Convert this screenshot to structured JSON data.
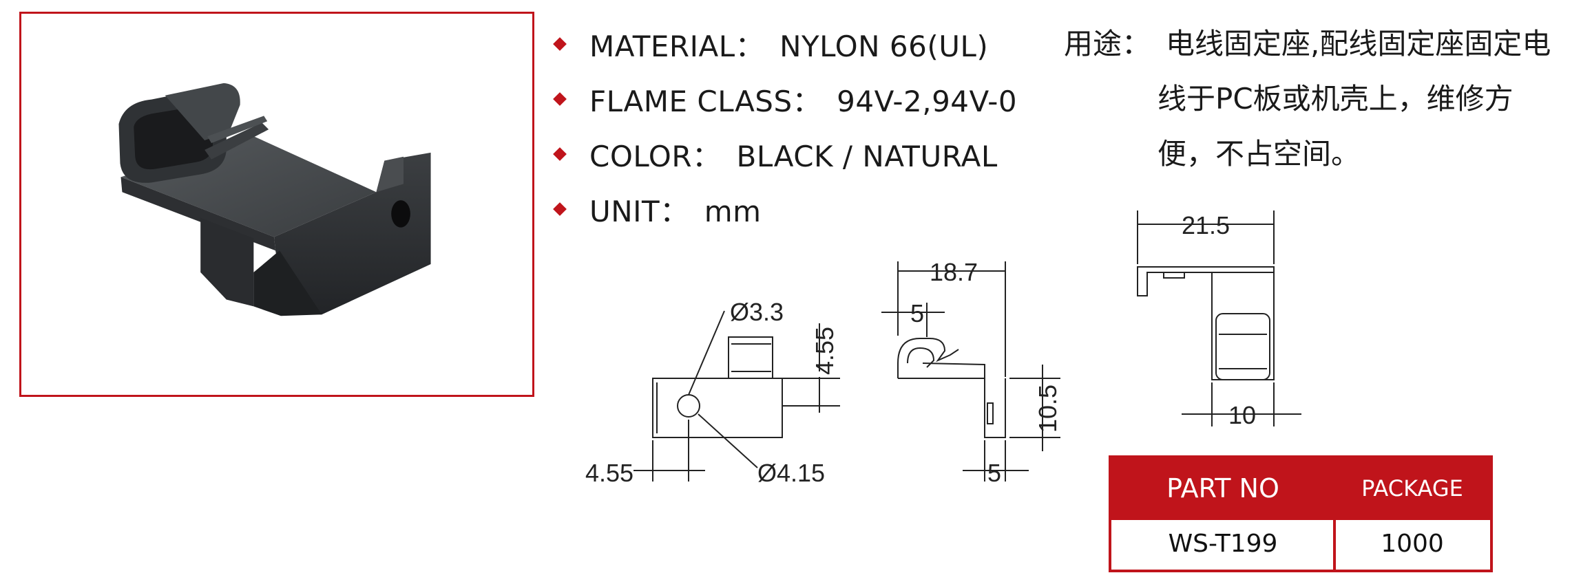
{
  "specs": [
    {
      "label": "MATERIAL：",
      "value": "NYLON 66(UL)"
    },
    {
      "label": "FLAME CLASS：",
      "value": "94V-2,94V-0"
    },
    {
      "label": "COLOR：",
      "value": "BLACK / NATURAL"
    },
    {
      "label": "UNIT：",
      "value": "mm"
    }
  ],
  "usage": {
    "label": "用途：",
    "line1": "电线固定座,配线固定座固定电",
    "line2": "线于PC板或机壳上，维修方",
    "line3": "便，不占空间。"
  },
  "dimensions": {
    "d33": "Ø3.3",
    "d455v": "4.55",
    "d455h": "4.55",
    "d415": "Ø4.15",
    "d187": "18.7",
    "d5a": "5",
    "d105": "10.5",
    "d5b": "5",
    "d215": "21.5",
    "d10": "10"
  },
  "table": {
    "head_part": "PART NO",
    "head_package": "PACKAGE",
    "part_no": "WS-T199",
    "package": "1000"
  },
  "colors": {
    "accent": "#c0141b",
    "part": "#2a2c2e"
  }
}
